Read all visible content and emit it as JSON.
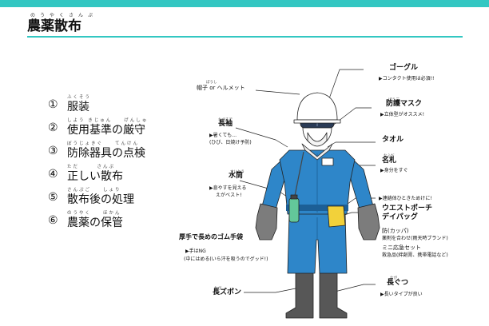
{
  "title": {
    "ruby": "のうやくさんぷ",
    "text": "農薬散布"
  },
  "items": [
    {
      "num": "①",
      "ruby": "ふくそう",
      "text": "服装"
    },
    {
      "num": "②",
      "ruby": "しよう きじゅん　　げんしゅ",
      "text": "使用基準の厳守"
    },
    {
      "num": "③",
      "ruby": "ぼうじょきぐ　　てんけん",
      "text": "防除器具の点検"
    },
    {
      "num": "④",
      "ruby": "ただ　　　さんぷ",
      "text": "正しい散布"
    },
    {
      "num": "⑤",
      "ruby": "さんぷご　　しょり",
      "text": "散布後の処理"
    },
    {
      "num": "⑥",
      "ruby": "のうやく　　ほかん",
      "text": "農薬の保管"
    }
  ],
  "labels": {
    "helmet": "帽子 or ヘルメット",
    "helmet_ruby": "ぼうし",
    "goggles": "ゴーグル",
    "goggles_note": "▶コンタクト使用は必須!!",
    "mask": "防護マスク",
    "mask_ruby": "ぼうご",
    "mask_note": "▶立体型がオススメ!",
    "long_sleeve": "長袖",
    "long_sleeve_ruby": "ながそで",
    "long_sleeve_note1": "▶暑くても…",
    "long_sleeve_note2": "(ひび、日焼け予防)",
    "towel": "タオル",
    "water": "水筒",
    "water_ruby": "すいとう",
    "water_note1": "▶息やすを見える",
    "water_note2": "えがベスト!",
    "nametag": "名札",
    "nametag_ruby": "なふだ",
    "nametag_note": "▶身分をすぐ",
    "contact_note": "▶連絡体ひときためけに!",
    "pouch1": "ウエストポーチ",
    "pouch2": "デイパッグ",
    "pouch_item1": "防(カッパ)",
    "pouch_item1_note": "薬剤を合わせ(雨天時ブランド)",
    "pouch_item2": "ミニ応急セット",
    "pouch_item2_note": "救急品(絆創膏、携帯電話など)",
    "gloves": "厚手で長めのゴム手袋",
    "gloves_note1": "▶手はNG",
    "gloves_note2": "(中にはめる(いら汗を吸うのでグッド!)",
    "pants": "長ズボン",
    "pants_ruby": "なが",
    "boots": "長ぐつ",
    "boots_ruby": "なが",
    "boots_note": "▶長いタイプが良い"
  },
  "colors": {
    "accent": "#33c7c2",
    "coverall": "#2e86c9",
    "coverall_dark": "#1c5f96",
    "glove": "#7c7c7c",
    "boot": "#575757",
    "pouch": "#f2d13a",
    "bottle": "#63c79a"
  }
}
